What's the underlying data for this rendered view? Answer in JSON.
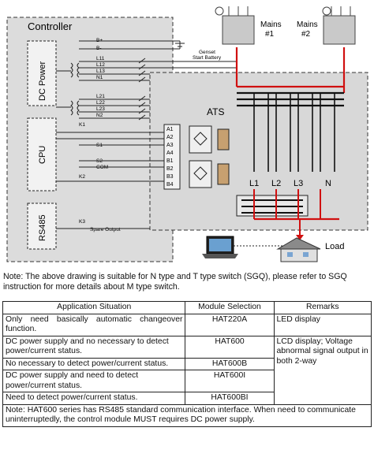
{
  "diagram": {
    "controller_title": "Controller",
    "dc_power": "DC Power",
    "cpu": "CPU",
    "rs485": "RS485",
    "mains1": "Mains\n#1",
    "mains1_l1": "Mains",
    "mains1_l2": "#1",
    "mains2_l1": "Mains",
    "mains2_l2": "#2",
    "genset_l1": "Genset",
    "genset_l2": "Start Battery",
    "bplus": "B+",
    "bminus": "B-",
    "terminals_top": [
      "L11",
      "L12",
      "L13",
      "N1"
    ],
    "terminals_mid": [
      "L21",
      "L22",
      "L23",
      "N2"
    ],
    "k1": "K1",
    "k2": "K2",
    "k3": "K3",
    "s1": "S1",
    "s2": "S2",
    "com": "COM",
    "spare": "Spare Output",
    "ats": "ATS",
    "ats_terminals": [
      "A1",
      "A2",
      "A3",
      "A4",
      "B1",
      "B2",
      "B3",
      "B4"
    ],
    "phases": [
      "L1",
      "L2",
      "L3",
      "N"
    ],
    "load": "Load"
  },
  "note_top": "Note: The above drawing is suitable for N type and T type switch (SGQ), please refer to SGQ instruction for more details about M type switch.",
  "table": {
    "headers": [
      "Application Situation",
      "Module Selection",
      "Remarks"
    ],
    "rows": [
      {
        "situation": "Only need basically automatic changeover function.",
        "module": "HAT220A",
        "remarks": "LED display"
      },
      {
        "situation": "DC power supply and no necessary to detect power/current status.",
        "module": "HAT600",
        "remarks": "LCD display; Voltage abnormal signal output in both 2-way"
      },
      {
        "situation": "No necessary to detect power/current status.",
        "module": "HAT600B",
        "remarks": ""
      },
      {
        "situation": "DC power supply and need to detect power/current status.",
        "module": "HAT600I",
        "remarks": ""
      },
      {
        "situation": "Need to detect power/current status.",
        "module": "HAT600BI",
        "remarks": ""
      }
    ],
    "footer": "Note: HAT600 series has RS485 standard communication interface. When need to communicate uninterruptedly, the control module MUST requires DC power supply."
  }
}
